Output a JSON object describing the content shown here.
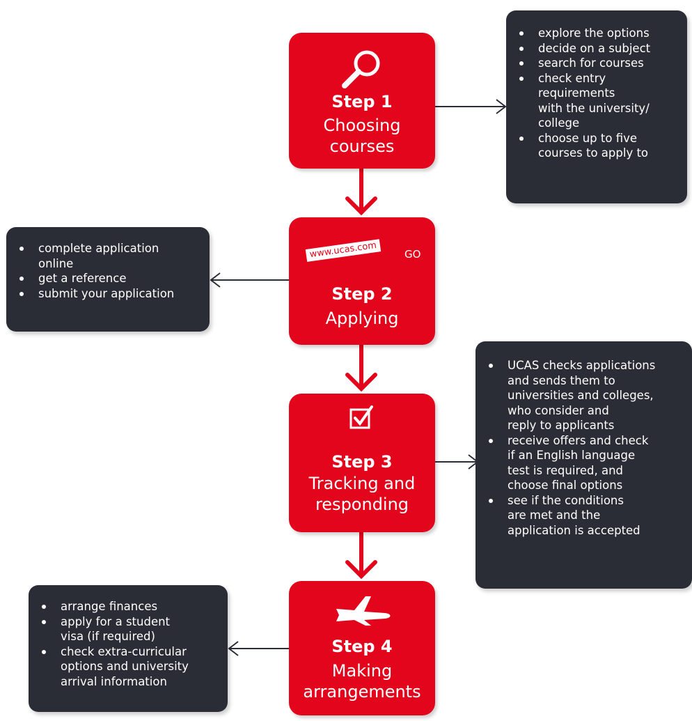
{
  "steps": [
    {
      "label": "Step 1",
      "name": "Choosing\ncourses",
      "icon": "magnifier-icon"
    },
    {
      "label": "Step 2",
      "name": "Applying",
      "icon": "url-go-icon",
      "url": "www.ucas.com",
      "go": "GO"
    },
    {
      "label": "Step 3",
      "name": "Tracking and\nresponding",
      "icon": "checkbox-icon"
    },
    {
      "label": "Step 4",
      "name": "Making\narrangements",
      "icon": "airplane-icon"
    }
  ],
  "panels": {
    "step1": [
      "explore the options",
      "decide on a subject",
      "search for courses",
      "check entry\nrequirements\nwith the university/\ncollege",
      "choose up to five\ncourses to apply to"
    ],
    "step2": [
      "complete application\nonline",
      "get a reference",
      "submit your application"
    ],
    "step3": [
      "UCAS checks applications\nand sends them to\nuniversities and colleges,\nwho consider and\nreply to applicants",
      "receive offers and check\nif an English language\ntest is required, and\nchoose final options",
      "see if the conditions\nare met and the\napplication is accepted"
    ],
    "step4": [
      "arrange finances",
      "apply for a student\nvisa (if required)",
      "check extra-curricular\noptions and university\narrival information"
    ]
  },
  "colors": {
    "step": "#e3051b",
    "panel": "#2a2d36",
    "connector": "#2a2d36",
    "flow_arrow": "#e3051b"
  }
}
